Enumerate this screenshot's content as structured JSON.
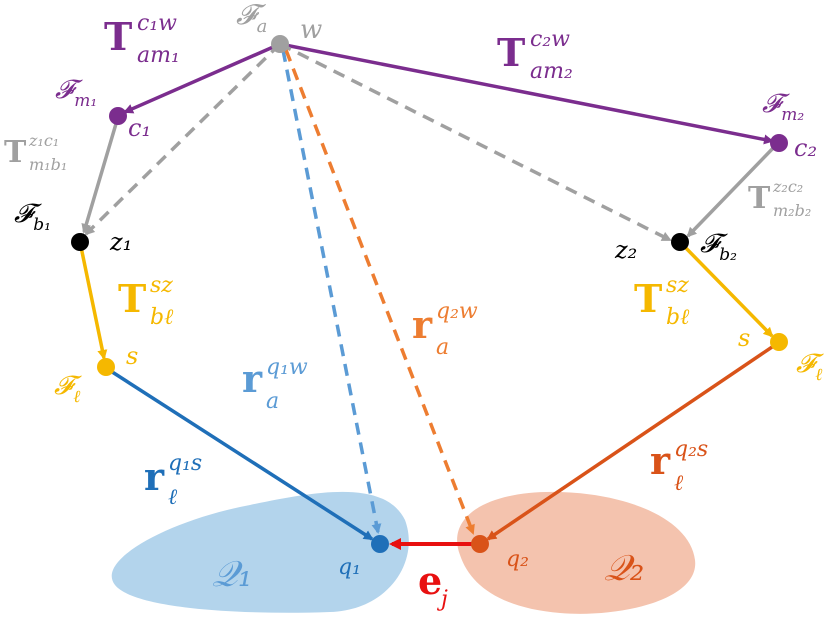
{
  "colors": {
    "purple": "#7B2D8E",
    "gray": "#A0A0A0",
    "black": "#000000",
    "yellow": "#F5B800",
    "blue": "#1F6FB8",
    "light_blue": "#5B9BD5",
    "orange_dashed": "#ED7D31",
    "dark_orange": "#D95319",
    "red": "#E81010",
    "blob_blue": "#B3D4EC",
    "blob_orange": "#F4C3AE"
  },
  "labels": {
    "Fa": "𝓕",
    "Fa_sub": "a",
    "w": "w",
    "T_am1_main": "T",
    "T_am1_sup": "c₁w",
    "T_am1_sub": "am₁",
    "T_am2_main": "T",
    "T_am2_sup": "c₂w",
    "T_am2_sub": "am₂",
    "Fm1": "𝓕",
    "Fm1_sub": "m₁",
    "c1": "c₁",
    "Fm2": "𝓕",
    "Fm2_sub": "m₂",
    "c2": "c₂",
    "T_m1b1_main": "T",
    "T_m1b1_sup": "z₁c₁",
    "T_m1b1_sub": "m₁b₁",
    "T_m2b2_main": "T",
    "T_m2b2_sup": "z₂c₂",
    "T_m2b2_sub": "m₂b₂",
    "Fb1": "𝓕",
    "Fb1_sub": "b₁",
    "z1": "z₁",
    "Fb2": "𝓕",
    "Fb2_sub": "b₂",
    "z2": "z₂",
    "T_bl_main": "T",
    "T_bl_sup": "sz",
    "T_bl_sub": "bℓ",
    "s": "s",
    "Fl": "𝓕",
    "Fl_sub": "ℓ",
    "r_a_q1_main": "r",
    "r_a_q1_sup": "q₁w",
    "r_a_q1_sub": "a",
    "r_a_q2_main": "r",
    "r_a_q2_sup": "q₂w",
    "r_a_q2_sub": "a",
    "r_l_q1_main": "r",
    "r_l_q1_sup": "q₁s",
    "r_l_q1_sub": "ℓ",
    "r_l_q2_main": "r",
    "r_l_q2_sup": "q₂s",
    "r_l_q2_sub": "ℓ",
    "q1": "q₁",
    "q2": "q₂",
    "Q1": "𝒬₁",
    "Q2": "𝒬₂",
    "ej_main": "e",
    "ej_sub": "j"
  }
}
